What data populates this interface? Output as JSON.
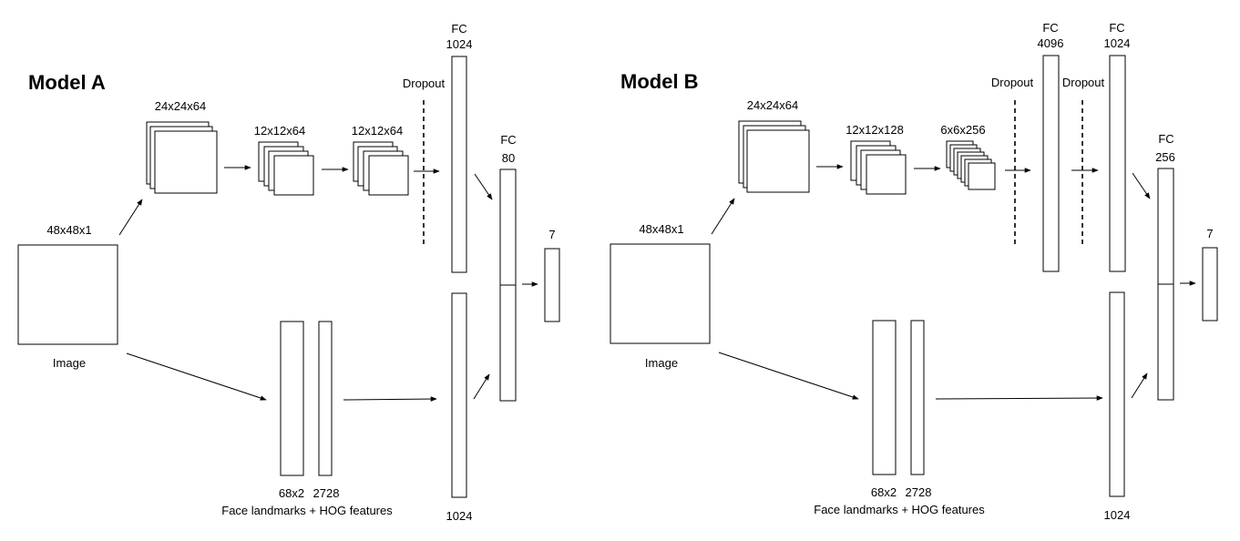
{
  "model_a": {
    "title": "Model A",
    "input_size": "48x48x1",
    "input_label": "Image",
    "conv1": "24x24x64",
    "conv2": "12x12x64",
    "conv3": "12x12x64",
    "dropout": "Dropout",
    "fc1_name": "FC",
    "fc1_size": "1024",
    "fc2_name": "FC",
    "fc2_size": "80",
    "output_size": "7",
    "landmarks": "68x2",
    "hog": "2728",
    "features_caption": "Face landmarks + HOG features",
    "feature_fc_size": "1024"
  },
  "model_b": {
    "title": "Model B",
    "input_size": "48x48x1",
    "input_label": "Image",
    "conv1": "24x24x64",
    "conv2": "12x12x128",
    "conv3": "6x6x256",
    "dropout1": "Dropout",
    "dropout2": "Dropout",
    "fc1_name": "FC",
    "fc1_size": "4096",
    "fc2_name": "FC",
    "fc2_size": "1024",
    "fc3_name": "FC",
    "fc3_size": "256",
    "output_size": "7",
    "landmarks": "68x2",
    "hog": "2728",
    "features_caption": "Face landmarks + HOG features",
    "feature_fc_size": "1024"
  }
}
